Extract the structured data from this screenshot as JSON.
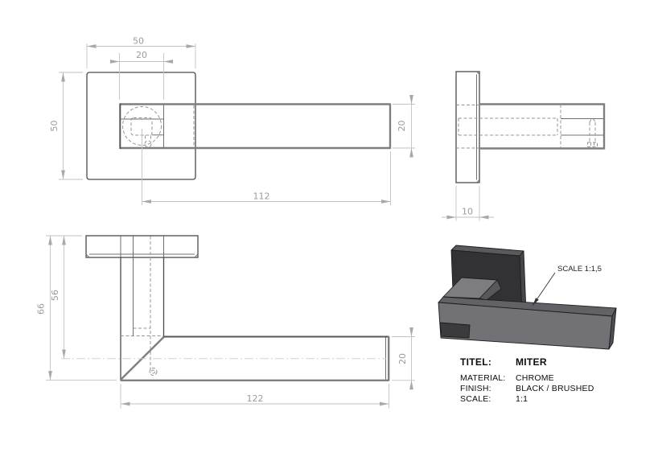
{
  "drawing": {
    "views": {
      "top": {
        "width_mm": "50",
        "spindle_mm": "20",
        "height_mm": "50",
        "bar_mm": "20",
        "length_mm": "112"
      },
      "side": {
        "thickness_mm": "10"
      },
      "front": {
        "total_height_mm": "66",
        "grip_height_mm": "56",
        "length_mm": "122",
        "bar_mm": "20"
      }
    },
    "render": {
      "scale_note": "SCALE 1:1,5"
    },
    "title_block": {
      "title_label": "TITEL:",
      "title_value": "MITER",
      "material_label": "MATERIAL:",
      "material_value": "CHROME",
      "finish_label": "FINISH:",
      "finish_value": "BLACK / BRUSHED",
      "scale_label": "SCALE:",
      "scale_value": "1:1"
    },
    "colors": {
      "object_line": "#4a4a4a",
      "heavy_line": "#7f7f7f",
      "hidden_line": "#969696",
      "dimension_line": "#c2c2c2",
      "dimension_text": "#9b9b9b",
      "render_dark": "#323236",
      "render_mid": "#727276",
      "render_light": "#7d7d81"
    }
  }
}
